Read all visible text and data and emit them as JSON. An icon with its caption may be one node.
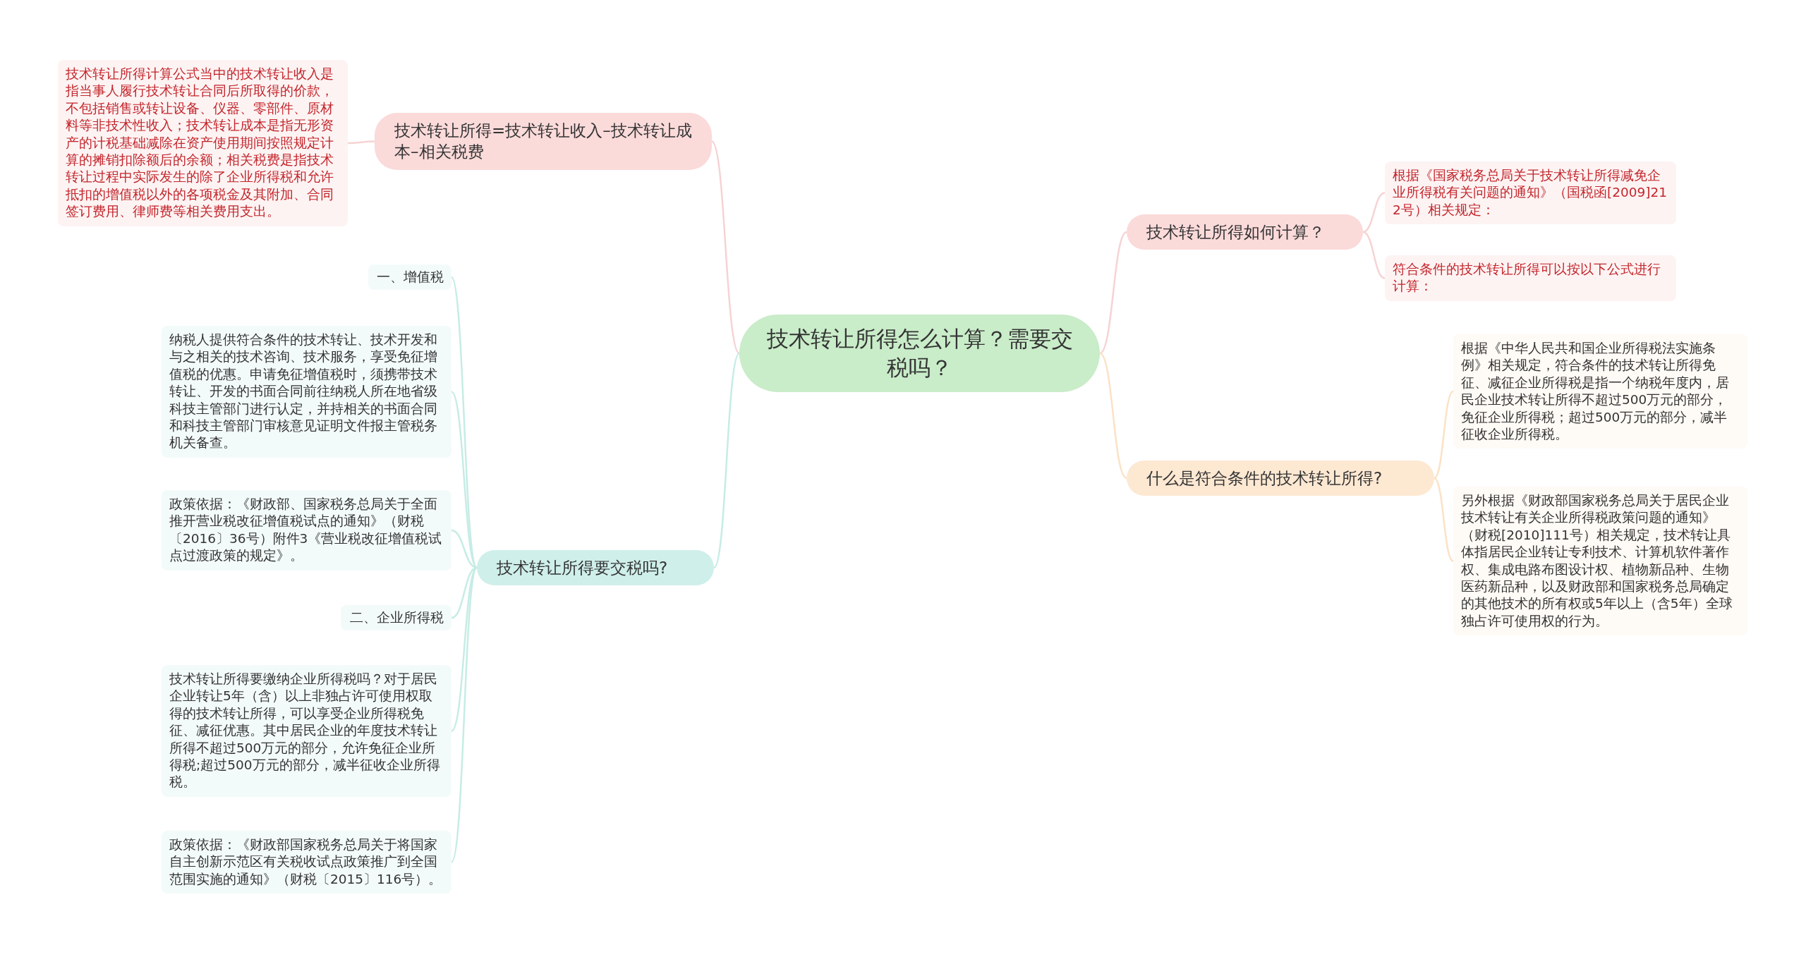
{
  "diagram": {
    "nodes": [
      {
        "text": [
          "技术转让所得怎么计算？需要交税吗？"
        ]
      },
      {
        "text": [
          "技术转让所得=技术转让收入–技术转让成本–相关税费"
        ]
      },
      {
        "text": [
          "技术转让所得计算公式当中的技术转让收入是指当事人履行技术转让合同后所取得的价款，不包括销售或转让设备、仪器、零部件、原材料等非技术性收入；技术转让成本是指无形资产的计税基础减除在资产使用期间按照规定计算的摊销扣除额后的余额；相关税费是指技术转让过程中实际发生的除了企业所得税和允许抵扣的增值税以外的各项税金及其附加、合同签订费用、律师费等相关费用支出。"
        ]
      },
      {
        "text": [
          "技术转让所得如何计算？"
        ]
      },
      {
        "text": [
          "根据《国家税务总局关于技术转让所得减免企业所得税有关问题的通知》（国税函[2009]212号）相关规定："
        ]
      },
      {
        "text": [
          "符合条件的技术转让所得可以按以下公式进行计算："
        ]
      },
      {
        "text": [
          "什么是符合条件的技术转让所得?"
        ]
      },
      {
        "text": [
          "根据《中华人民共和国企业所得税法实施条例》相关规定，符合条件的技术转让所得免征、减征企业所得税是指一个纳税年度内，居民企业技术转让所得不超过500万元的部分，免征企业所得税；超过500万元的部分，减半征收企业所得税。"
        ]
      },
      {
        "text": [
          "另外根据《财政部国家税务总局关于居民企业技术转让有关企业所得税政策问题的通知》（财税[2010]111号）相关规定，技术转让具体指居民企业转让专利技术、计算机软件著作权、集成电路布图设计权、植物新品种、生物医药新品种，以及财政部和国家税务总局确定的其他技术的所有权或5年以上（含5年）全球独占许可使用权的行为。"
        ]
      },
      {
        "text": [
          "技术转让所得要交税吗?"
        ]
      },
      {
        "text": [
          "一、增值税"
        ]
      },
      {
        "text": [
          "纳税人提供符合条件的技术转让、技术开发和与之相关的技术咨询、技术服务，享受免征增值税的优惠。申请免征增值税时，须携带技术转让、开发的书面合同前往纳税人所在地省级科技主管部门进行认定，并持相关的书面合同和科技主管部门审核意见证明文件报主管税务机关备查。"
        ]
      },
      {
        "text": [
          "政策依据：《财政部、国家税务总局关于全面推开营业税改征增值税试点的通知》（财税〔2016〕36号）附件3《营业税改征增值税试点过渡政策的规定》。"
        ]
      },
      {
        "text": [
          "二、企业所得税"
        ]
      },
      {
        "text": [
          "技术转让所得要缴纳企业所得税吗？对于居民企业转让5年（含）以上非独占许可使用权取得的技术转让所得，可以享受企业所得税免征、减征优惠。其中居民企业的年度技术转让所得不超过500万元的部分，允许免征企业所得税;超过500万元的部分，减半征收企业所得税。"
        ]
      },
      {
        "text": [
          "政策依据：《财政部国家税务总局关于将国家自主创新示范区有关税收试点政策推广到全国范围实施的通知》（财税〔2015〕116号）。"
        ]
      }
    ],
    "edges": [
      {
        "from": 0,
        "to": 1,
        "arrow": "none",
        "color": "#f6d3d3"
      },
      {
        "from": 1,
        "to": 2,
        "arrow": "none",
        "color": "#f6d3d3"
      },
      {
        "from": 0,
        "to": 3,
        "arrow": "none",
        "color": "#f6d3d3"
      },
      {
        "from": 3,
        "to": 4,
        "arrow": "none",
        "color": "#f6d3d3"
      },
      {
        "from": 3,
        "to": 5,
        "arrow": "none",
        "color": "#f6d3d3"
      },
      {
        "from": 0,
        "to": 6,
        "arrow": "none",
        "color": "#fbe2c6"
      },
      {
        "from": 6,
        "to": 7,
        "arrow": "none",
        "color": "#fbe2c6"
      },
      {
        "from": 6,
        "to": 8,
        "arrow": "none",
        "color": "#fbe2c6"
      },
      {
        "from": 0,
        "to": 9,
        "arrow": "none"
      },
      {
        "from": 9,
        "to": 10,
        "arrow": "none"
      },
      {
        "from": 9,
        "to": 11,
        "arrow": "none"
      },
      {
        "from": 9,
        "to": 12,
        "arrow": "none"
      },
      {
        "from": 9,
        "to": 13,
        "arrow": "none"
      },
      {
        "from": 9,
        "to": 14,
        "arrow": "none"
      },
      {
        "from": 9,
        "to": 15,
        "arrow": "none"
      }
    ]
  }
}
